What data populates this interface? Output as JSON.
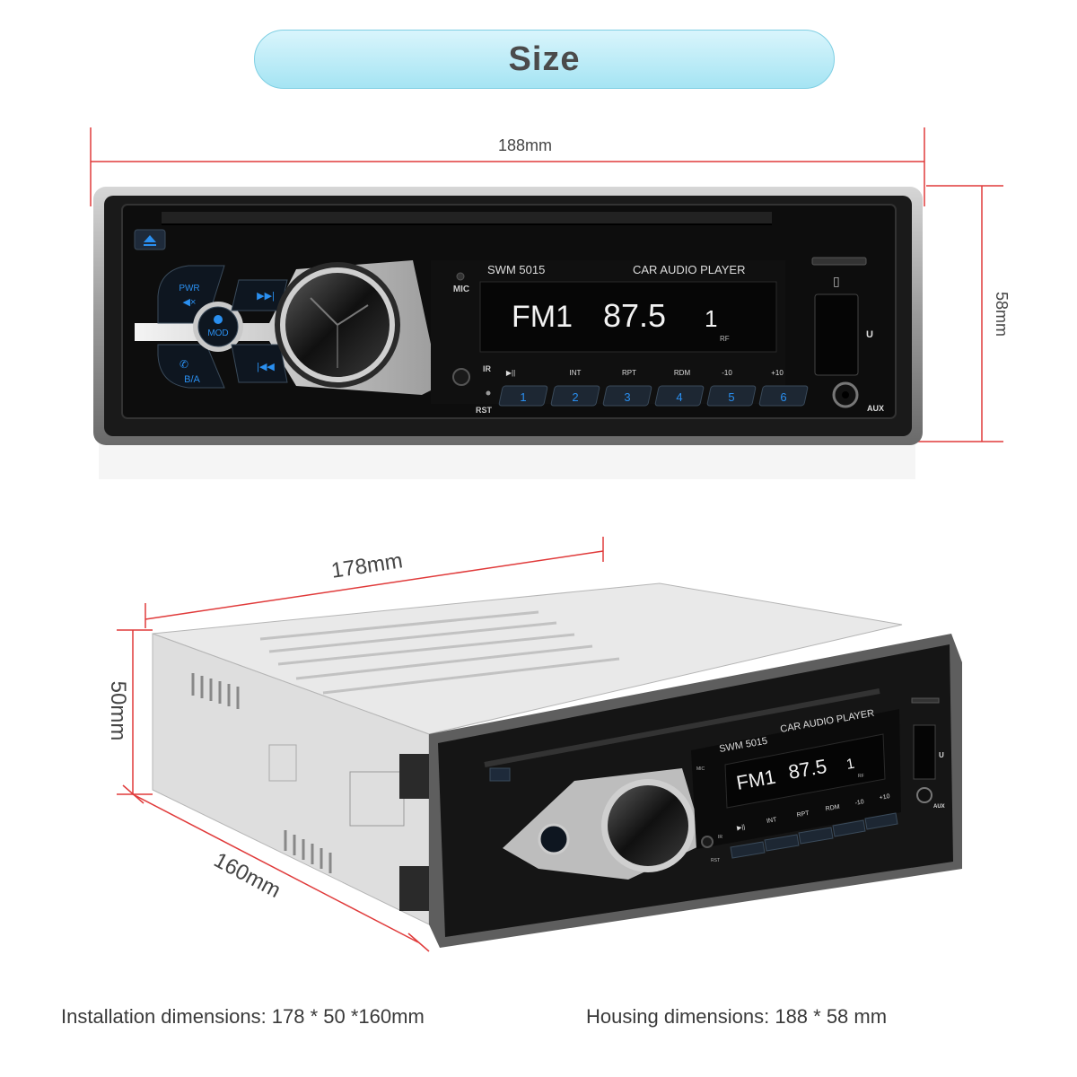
{
  "title": "Size",
  "dims": {
    "front_width": "188mm",
    "front_height": "58mm",
    "depth_width": "178mm",
    "depth_height": "50mm",
    "depth_length": "160mm"
  },
  "front": {
    "model": "SWM  5015",
    "product": "CAR AUDIO PLAYER",
    "mic": "MIC",
    "ir": "IR",
    "rst": "RST",
    "aux": "AUX",
    "usb": "U",
    "rf": "RF",
    "display_band": "FM1",
    "display_freq": "87.5",
    "display_ch": "1",
    "key_pwr": "PWR",
    "key_mod": "MOD",
    "key_ba": "B/A",
    "funcs": [
      "▶||",
      "INT",
      "RPT",
      "RDM",
      "-10",
      "+10"
    ],
    "presets": [
      "1",
      "2",
      "3",
      "4",
      "5",
      "6"
    ]
  },
  "angled": {
    "model": "SWM  5015",
    "product": "CAR AUDIO PLAYER",
    "display_band": "FM1",
    "display_freq": "87.5",
    "display_ch": "1",
    "usb": "U",
    "aux": "AUX",
    "rst": "RST",
    "ir": "IR",
    "mic": "MIC",
    "rf": "RF",
    "funcs": [
      "▶||",
      "INT",
      "RPT",
      "RDM",
      "-10",
      "+10"
    ]
  },
  "captions": {
    "installation": "Installation dimensions: 178 * 50 *160mm",
    "housing": "Housing dimensions: 188 * 58 mm"
  },
  "colors": {
    "dimension_line": "#e03a3a",
    "button_blue": "#2a8ff0",
    "display_white": "#f2f2f2",
    "pill": "#a5e4f3"
  }
}
